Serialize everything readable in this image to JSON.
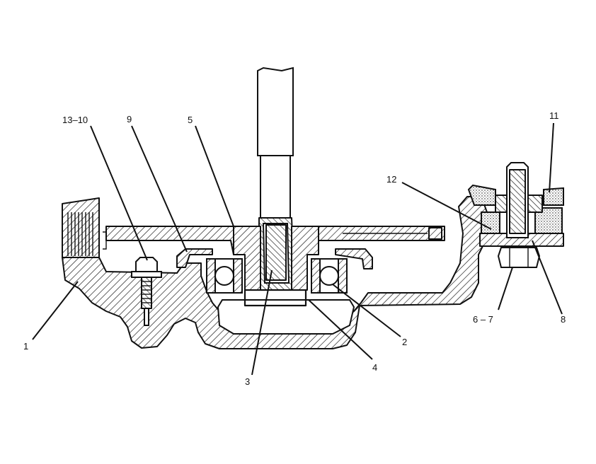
{
  "diagram": {
    "labels": {
      "l1": "1",
      "l2": "2",
      "l3": "3",
      "l4": "4",
      "l5": "5",
      "l6_7": "6 – 7",
      "l8": "8",
      "l9": "9",
      "l11": "11",
      "l12": "12",
      "l13_10": "13–10"
    }
  }
}
